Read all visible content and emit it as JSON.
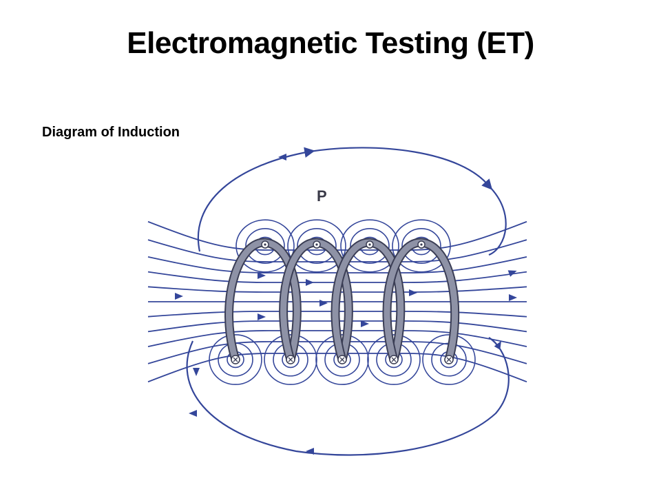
{
  "slide": {
    "title": "Electromagnetic Testing (ET)",
    "subtitle": "Diagram of Induction"
  },
  "diagram": {
    "pole_label": "P",
    "colors": {
      "field_line": "#34469a",
      "coil": "#8e92a6",
      "coil_outline": "#3b3e55"
    },
    "turns": 4
  }
}
